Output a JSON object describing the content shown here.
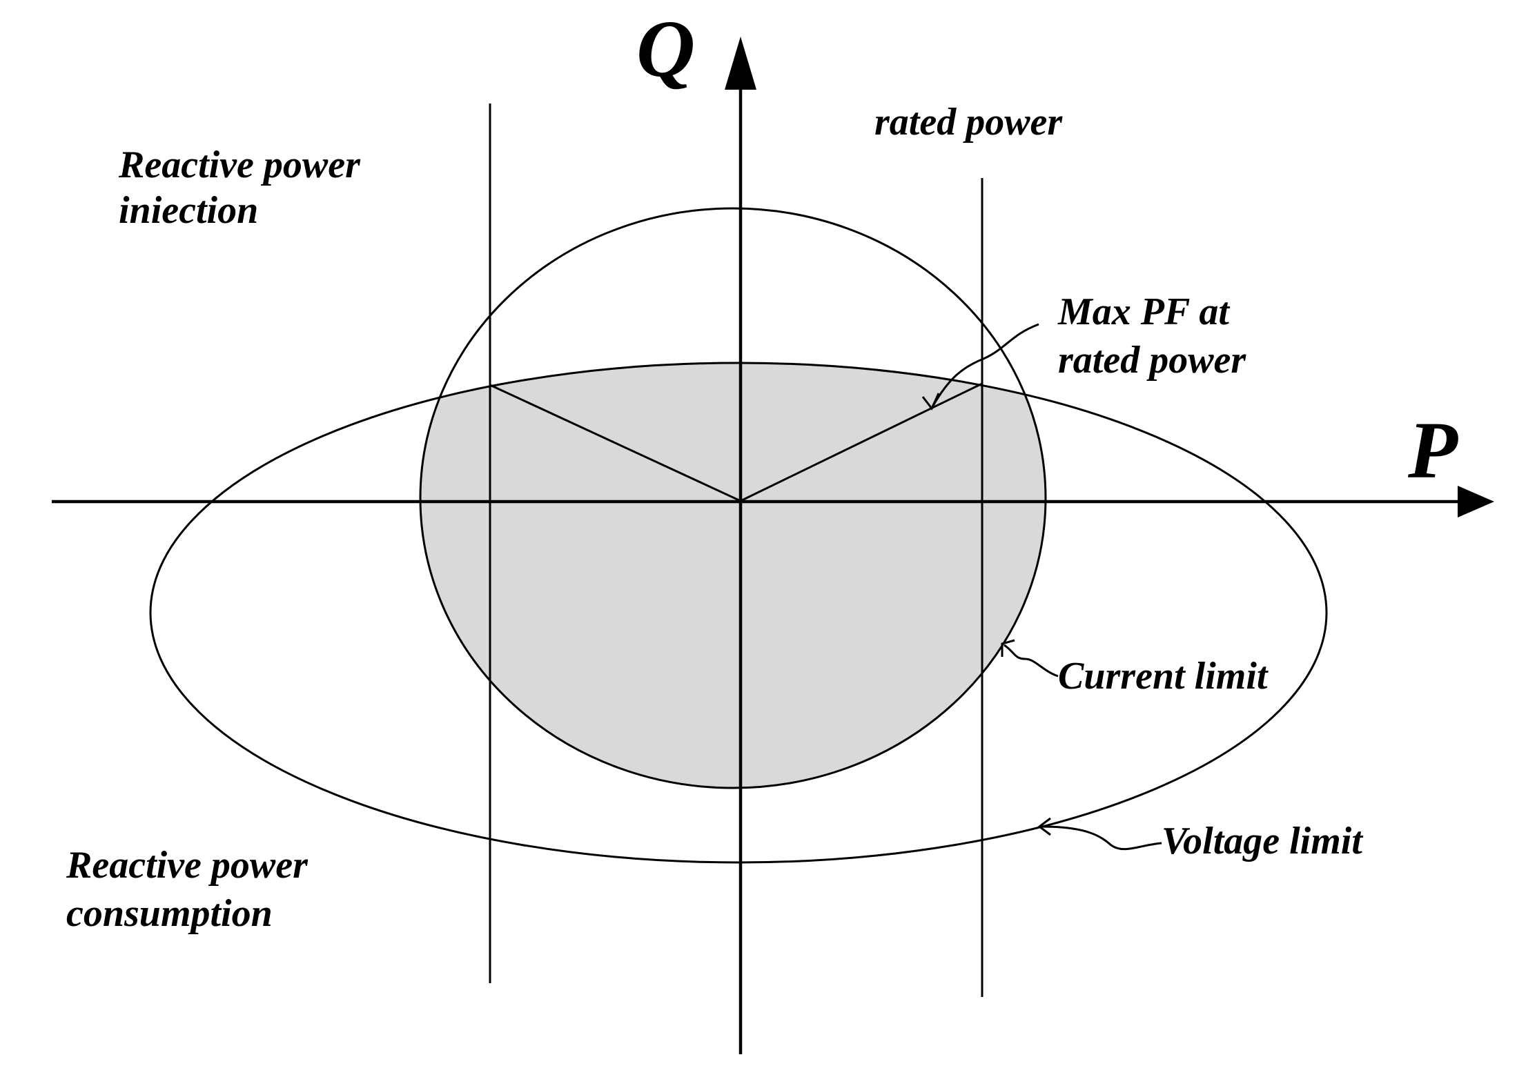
{
  "axes": {
    "vertical_label": "Q",
    "horizontal_label": "P"
  },
  "labels": {
    "rated_power": "rated power",
    "injection_line1": "Reactive power",
    "injection_line2": "iniection",
    "max_pf_line1": "Max PF at",
    "max_pf_line2": "rated power",
    "current_limit": "Current limit",
    "voltage_limit": "Voltage limit",
    "consumption_line1": "Reactive power",
    "consumption_line2": "consumption"
  },
  "colors": {
    "region_fill": "#d9d9d9",
    "line": "#000000",
    "background": "#ffffff"
  }
}
